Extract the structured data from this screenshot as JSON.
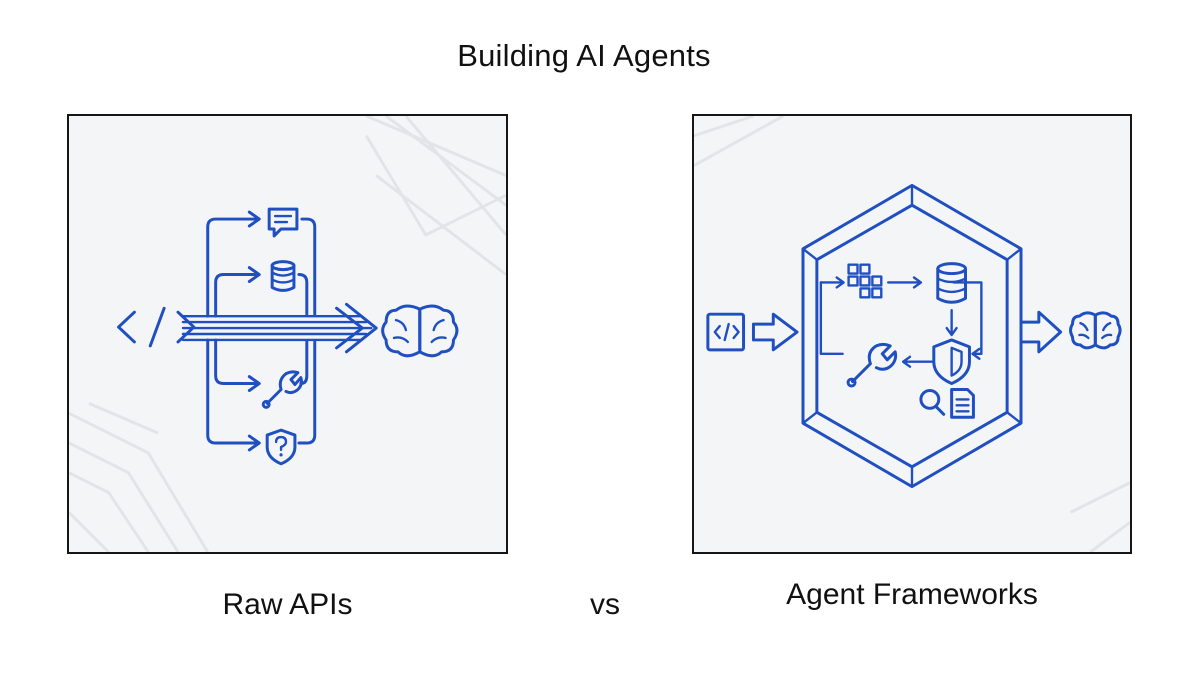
{
  "title": "Building AI Agents",
  "left": {
    "caption": "Raw APIs"
  },
  "vs_label": "vs",
  "right": {
    "caption": "Agent Frameworks"
  },
  "colors": {
    "accent": "#1f4fc1",
    "frame": "#161616",
    "panel_bg": "#f4f5f6"
  },
  "icons": {
    "left": [
      "code-icon",
      "chat-icon",
      "database-icon",
      "wrench-icon",
      "shield-question-icon",
      "brain-icon"
    ],
    "right": [
      "code-icon",
      "grid-icon",
      "database-icon",
      "shield-icon",
      "wrench-icon",
      "search-document-icon",
      "brain-icon"
    ]
  }
}
